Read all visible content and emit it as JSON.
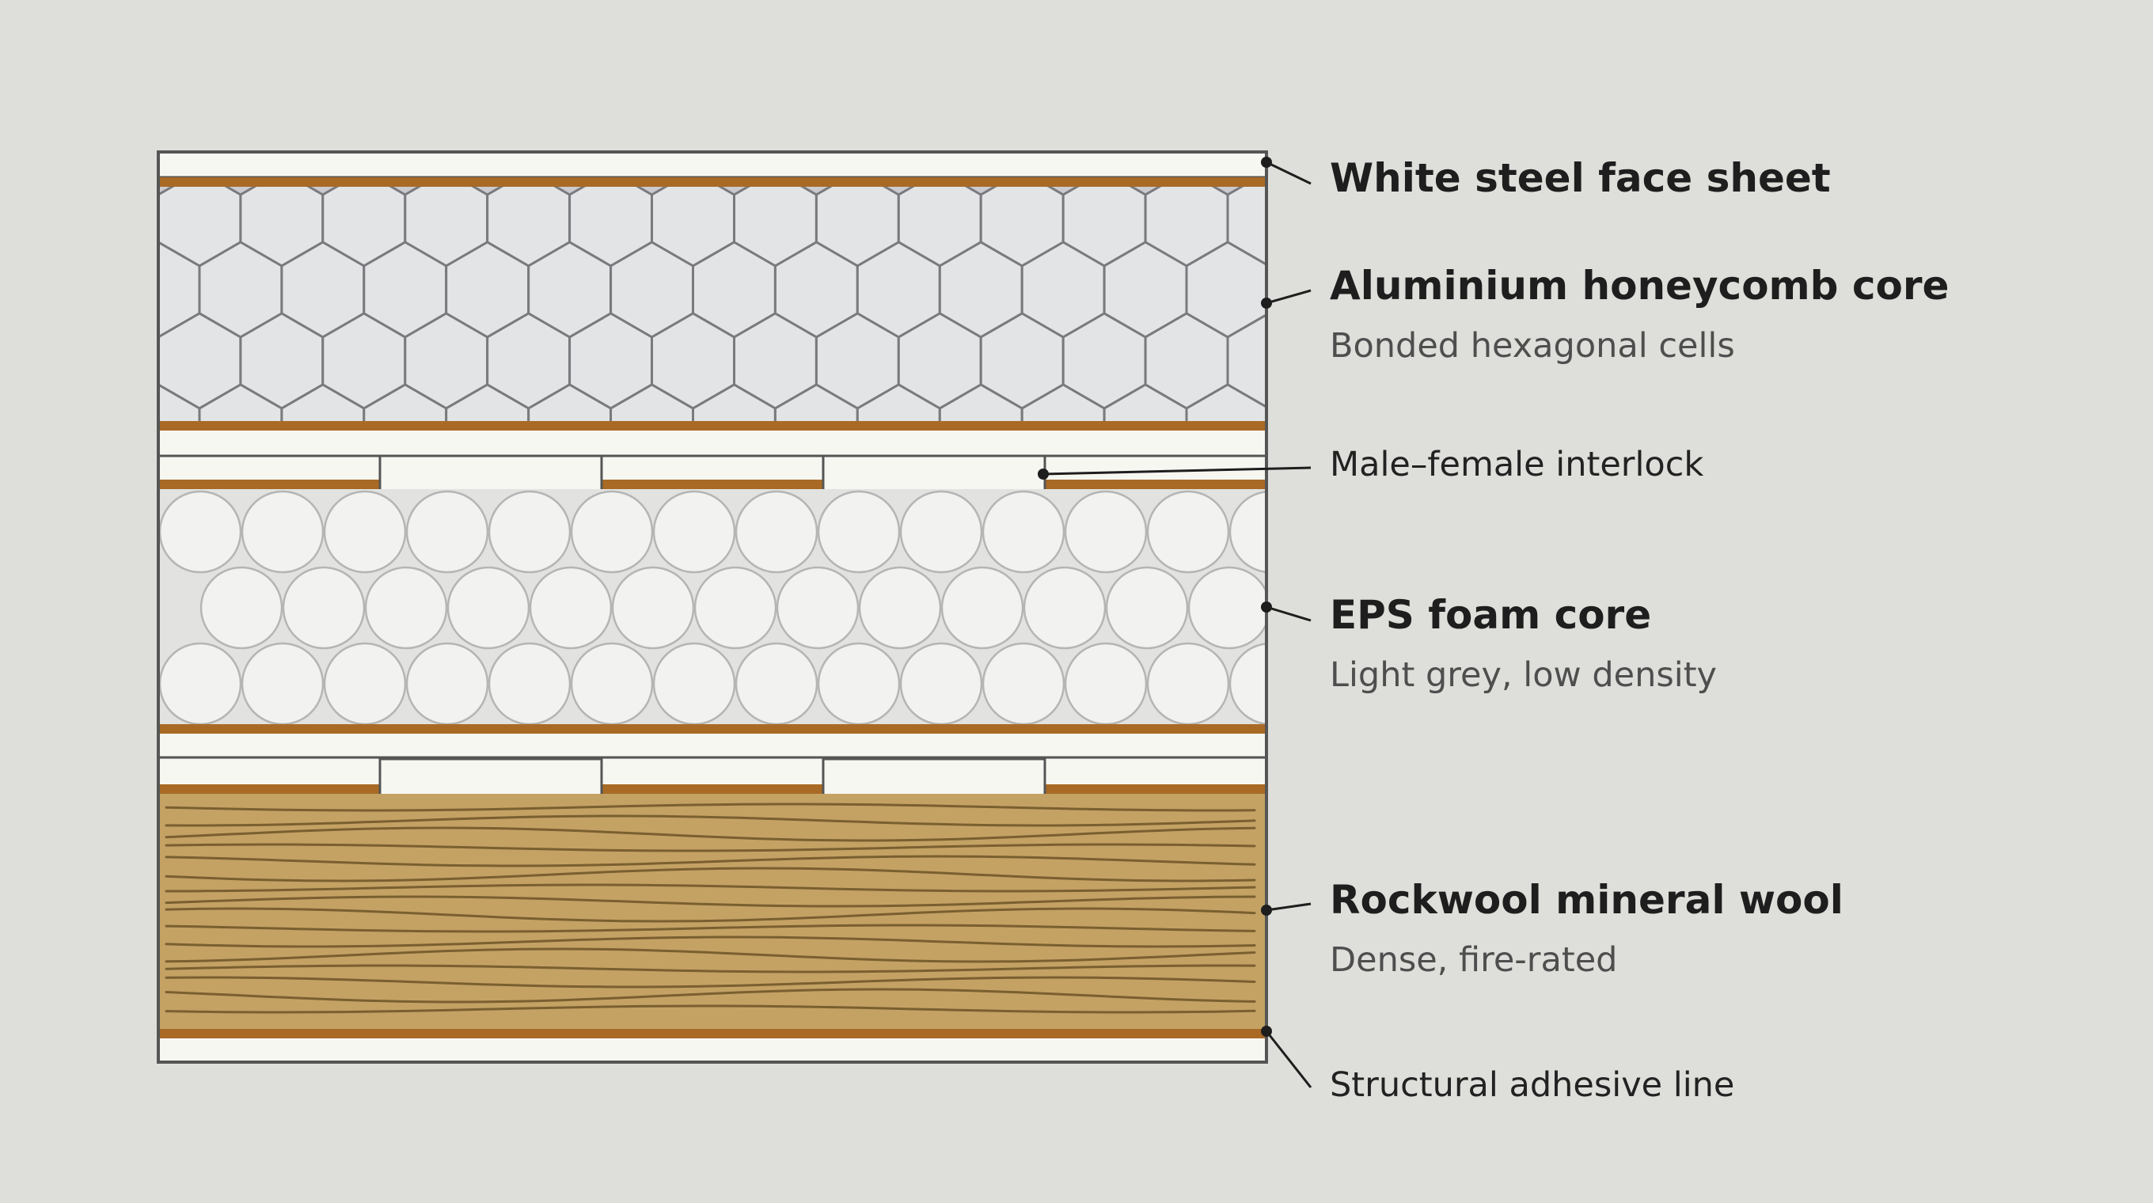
{
  "labels": {
    "face_sheet": "White steel face sheet",
    "honeycomb": {
      "title": "Aluminium honeycomb core",
      "sub": "Bonded hexagonal cells"
    },
    "interlock": "Male–female interlock",
    "eps": {
      "title": "EPS foam core",
      "sub": "Light grey, low density"
    },
    "rockwool": {
      "title": "Rockwool mineral wool",
      "sub": "Dense, fire-rated"
    },
    "adhesive": "Structural adhesive line"
  },
  "colors": {
    "background": "#dededa",
    "face_sheet": "#f7f7f2",
    "adhesive": "#a96a26",
    "honeycomb_fill": "#e3e4e6",
    "honeycomb_bg": "#cbcbcf",
    "honeycomb_stroke": "#7a7a7e",
    "eps_bg": "#e2e2e0",
    "eps_bead": "#f2f2f1",
    "eps_stroke": "#b5b5b5",
    "rockwool_fill": "#c4a264",
    "rockwool_fiber": "#7a5f30",
    "outline": "#555555",
    "leader": "#1e1e1e"
  }
}
